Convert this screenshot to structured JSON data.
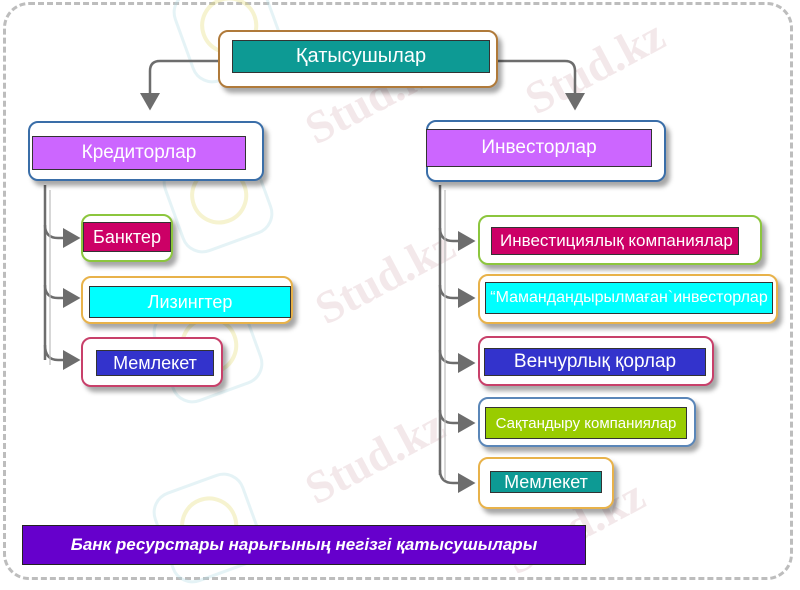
{
  "diagram": {
    "root": {
      "label": "Қатысушылар",
      "color": "#0d9a94",
      "border": "#b07a3a"
    },
    "creditors": {
      "label": "Кредиторлар",
      "color": "#cc66ff",
      "border": "#3a6ea8",
      "children": [
        {
          "label": "Банктер",
          "color": "#cc0066",
          "border": "#8cc63e"
        },
        {
          "label": "Лизингтер",
          "color": "#00ffff",
          "border": "#e8b24a"
        },
        {
          "label": "Мемлекет",
          "color": "#3333cc",
          "border": "#c8406a"
        }
      ]
    },
    "investors": {
      "label": "Инвесторлар",
      "color": "#cc66ff",
      "border": "#3a6ea8",
      "children": [
        {
          "label": "Инвестициялық компаниялар",
          "color": "#cc0066",
          "border": "#8cc63e"
        },
        {
          "label": "“Мамандандырылмаған`инвесторлар",
          "color": "#00ffff",
          "border": "#e8b24a"
        },
        {
          "label": "Венчурлық қорлар",
          "color": "#3333cc",
          "border": "#c8406a"
        },
        {
          "label": "Сақтандыру компаниялар",
          "color": "#99cc00",
          "border": "#5a86b8"
        },
        {
          "label": "Мемлекет",
          "color": "#0d9a94",
          "border": "#e8b24a"
        }
      ]
    },
    "caption": "Банк ресурстары нарығының негізгі қатысушылары"
  },
  "watermark": "Stud.kz"
}
